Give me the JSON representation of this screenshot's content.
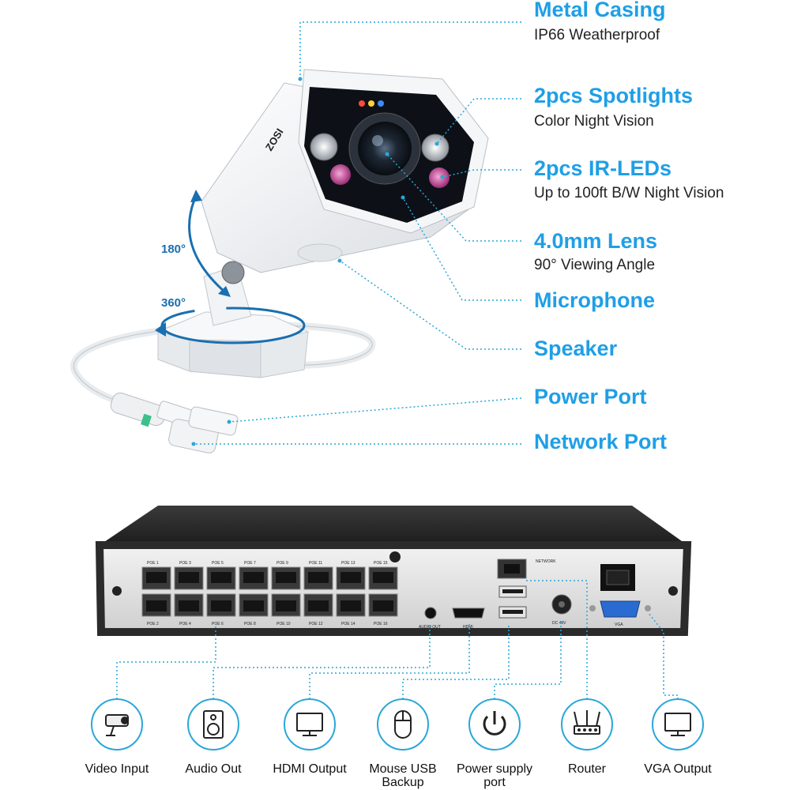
{
  "colors": {
    "accent": "#1f9fe6",
    "leader": "#2aa7d8",
    "icon_ring": "#2aa7d8",
    "nvr_body": "#2b2b2b"
  },
  "camera": {
    "brand": "ZOSI",
    "tilt_label": "180°",
    "pan_label": "360°",
    "features": [
      {
        "title": "Metal Casing",
        "subtitle": "IP66 Weatherproof"
      },
      {
        "title": "2pcs Spotlights",
        "subtitle": "Color Night Vision"
      },
      {
        "title": "2pcs IR-LEDs",
        "subtitle": "Up to 100ft B/W Night Vision"
      },
      {
        "title": "4.0mm Lens",
        "subtitle": "90° Viewing Angle"
      },
      {
        "title": "Microphone"
      },
      {
        "title": "Speaker"
      },
      {
        "title": "Power Port"
      },
      {
        "title": "Network Port"
      }
    ]
  },
  "nvr": {
    "poe_top": [
      "POE 1",
      "POE 3",
      "POE 5",
      "POE 7",
      "POE 9",
      "POE 11",
      "POE 13",
      "POE 15"
    ],
    "poe_bottom": [
      "POE 2",
      "POE 4",
      "POE 6",
      "POE 8",
      "POE 10",
      "POE 12",
      "POE 14",
      "POE 16"
    ],
    "audio_out": "AUDIO OUT",
    "hdmi": "HDMI",
    "network": "NETWORK",
    "dc": "DC 48V",
    "vga": "VGA"
  },
  "connections": [
    {
      "label": "Video Input",
      "icon": "camera-icon"
    },
    {
      "label": "Audio Out",
      "icon": "speaker-icon"
    },
    {
      "label": "HDMI Output",
      "icon": "monitor-icon"
    },
    {
      "label": "Mouse USB\nBackup",
      "icon": "mouse-icon"
    },
    {
      "label": "Power supply\nport",
      "icon": "power-icon"
    },
    {
      "label": "Router",
      "icon": "router-icon"
    },
    {
      "label": "VGA Output",
      "icon": "monitor-icon"
    }
  ]
}
